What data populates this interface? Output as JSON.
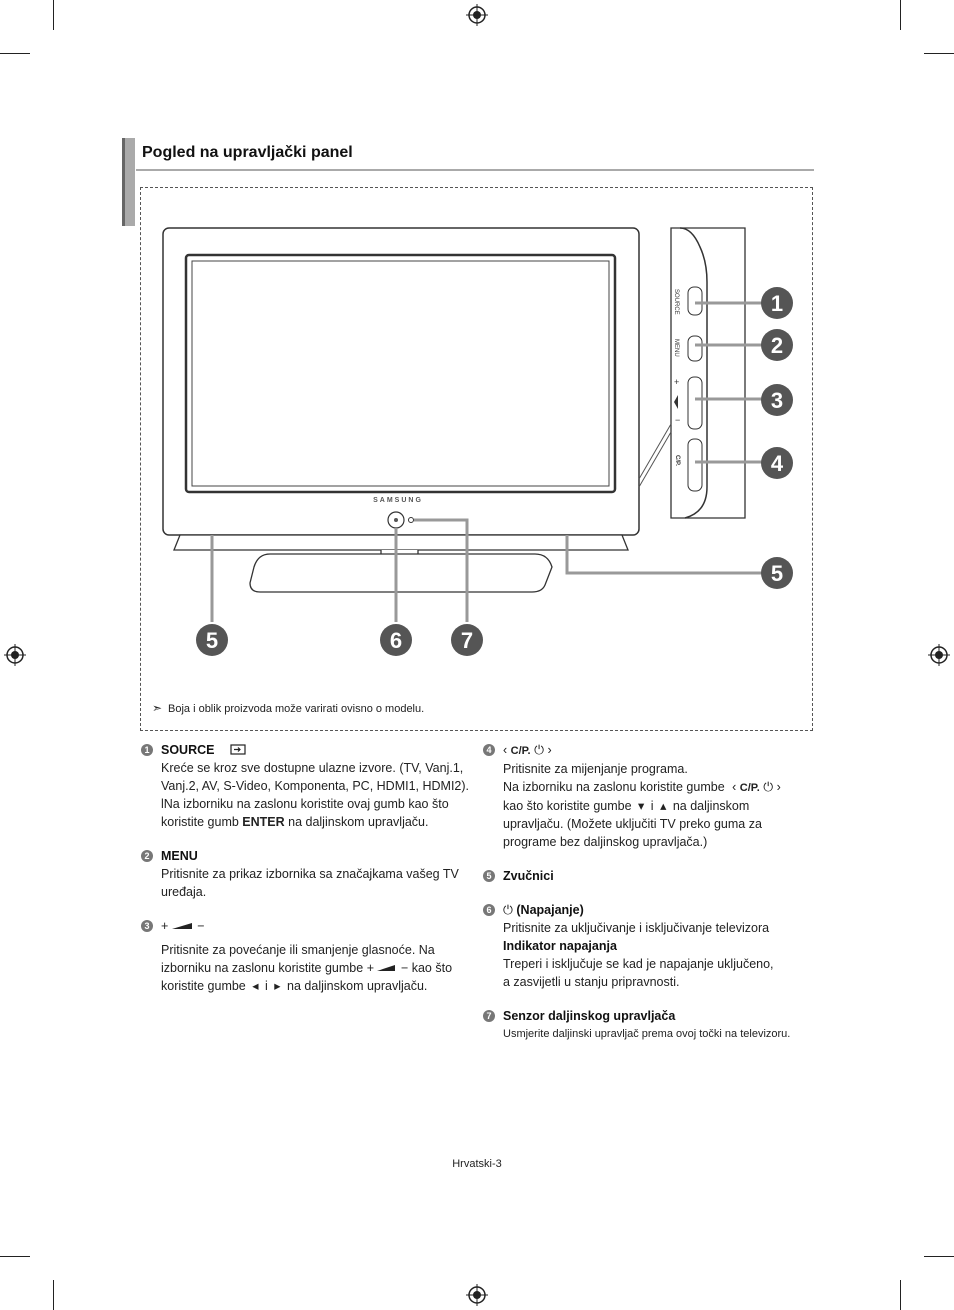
{
  "title": "Pogled na upravljački panel",
  "diagram": {
    "brand": "SAMSUNG",
    "side_labels": [
      "SOURCE",
      "MENU",
      "C/P."
    ],
    "callouts": [
      "1",
      "2",
      "3",
      "4",
      "5",
      "5",
      "6",
      "7"
    ]
  },
  "note": "Boja i oblik proizvoda može varirati ovisno o modelu.",
  "items": [
    {
      "num": "1",
      "heading": "SOURCE",
      "lines": [
        "Kreće se kroz sve dostupne ulazne izvore. (TV, Vanj.1,",
        "Vanj.2, AV, S-Video, Komponenta, PC, HDMI1, HDMI2).",
        "lNa izborniku na zaslonu koristite ovaj gumb kao što"
      ],
      "last_pre": "koristite gumb ",
      "last_bold": "ENTER",
      "last_post": " na daljinskom upravljaču."
    },
    {
      "num": "2",
      "heading": "MENU",
      "lines": [
        "Pritisnite za prikaz izbornika sa značajkama vašeg TV",
        "uređaja."
      ]
    },
    {
      "num": "3",
      "heading": "+  −",
      "lines": [
        "Pritisnite za povećanje ili smanjenje glasnoće. Na"
      ],
      "l2_pre": "izborniku na zaslonu koristite gumbe",
      "l2_post": "kao što",
      "l3_pre": "koristite gumbe",
      "l3_mid": "i",
      "l3_post": "na daljinskom upravljaču."
    },
    {
      "num": "4",
      "heading": "C/P.",
      "lines": [
        "Pritisnite za mijenjanje programa."
      ],
      "l2_pre": "Na izborniku na zaslonu koristite gumbe",
      "l3_pre": "kao što koristite gumbe",
      "l3_mid": "i",
      "l3_post": "na daljinskom",
      "tail": [
        "upravljaču. (Možete uključiti TV preko guma za",
        "programe bez daljinskog upravljača.)"
      ]
    },
    {
      "num": "5",
      "heading": "Zvučnici"
    },
    {
      "num": "6",
      "heading": "(Napajanje)",
      "lines": [
        "Pritisnite za uključivanje i isključivanje televizora"
      ],
      "sub_heading": "Indikator napajanja",
      "sub_lines": [
        "Treperi i isključuje se kad je napajanje uključeno,",
        "a zasvijetli u stanju pripravnosti."
      ]
    },
    {
      "num": "7",
      "heading": "Senzor daljinskog upravljača",
      "small": "Usmjerite daljinski upravljač prema ovoj točki na televizoru."
    }
  ],
  "footer": "Hrvatski-3"
}
